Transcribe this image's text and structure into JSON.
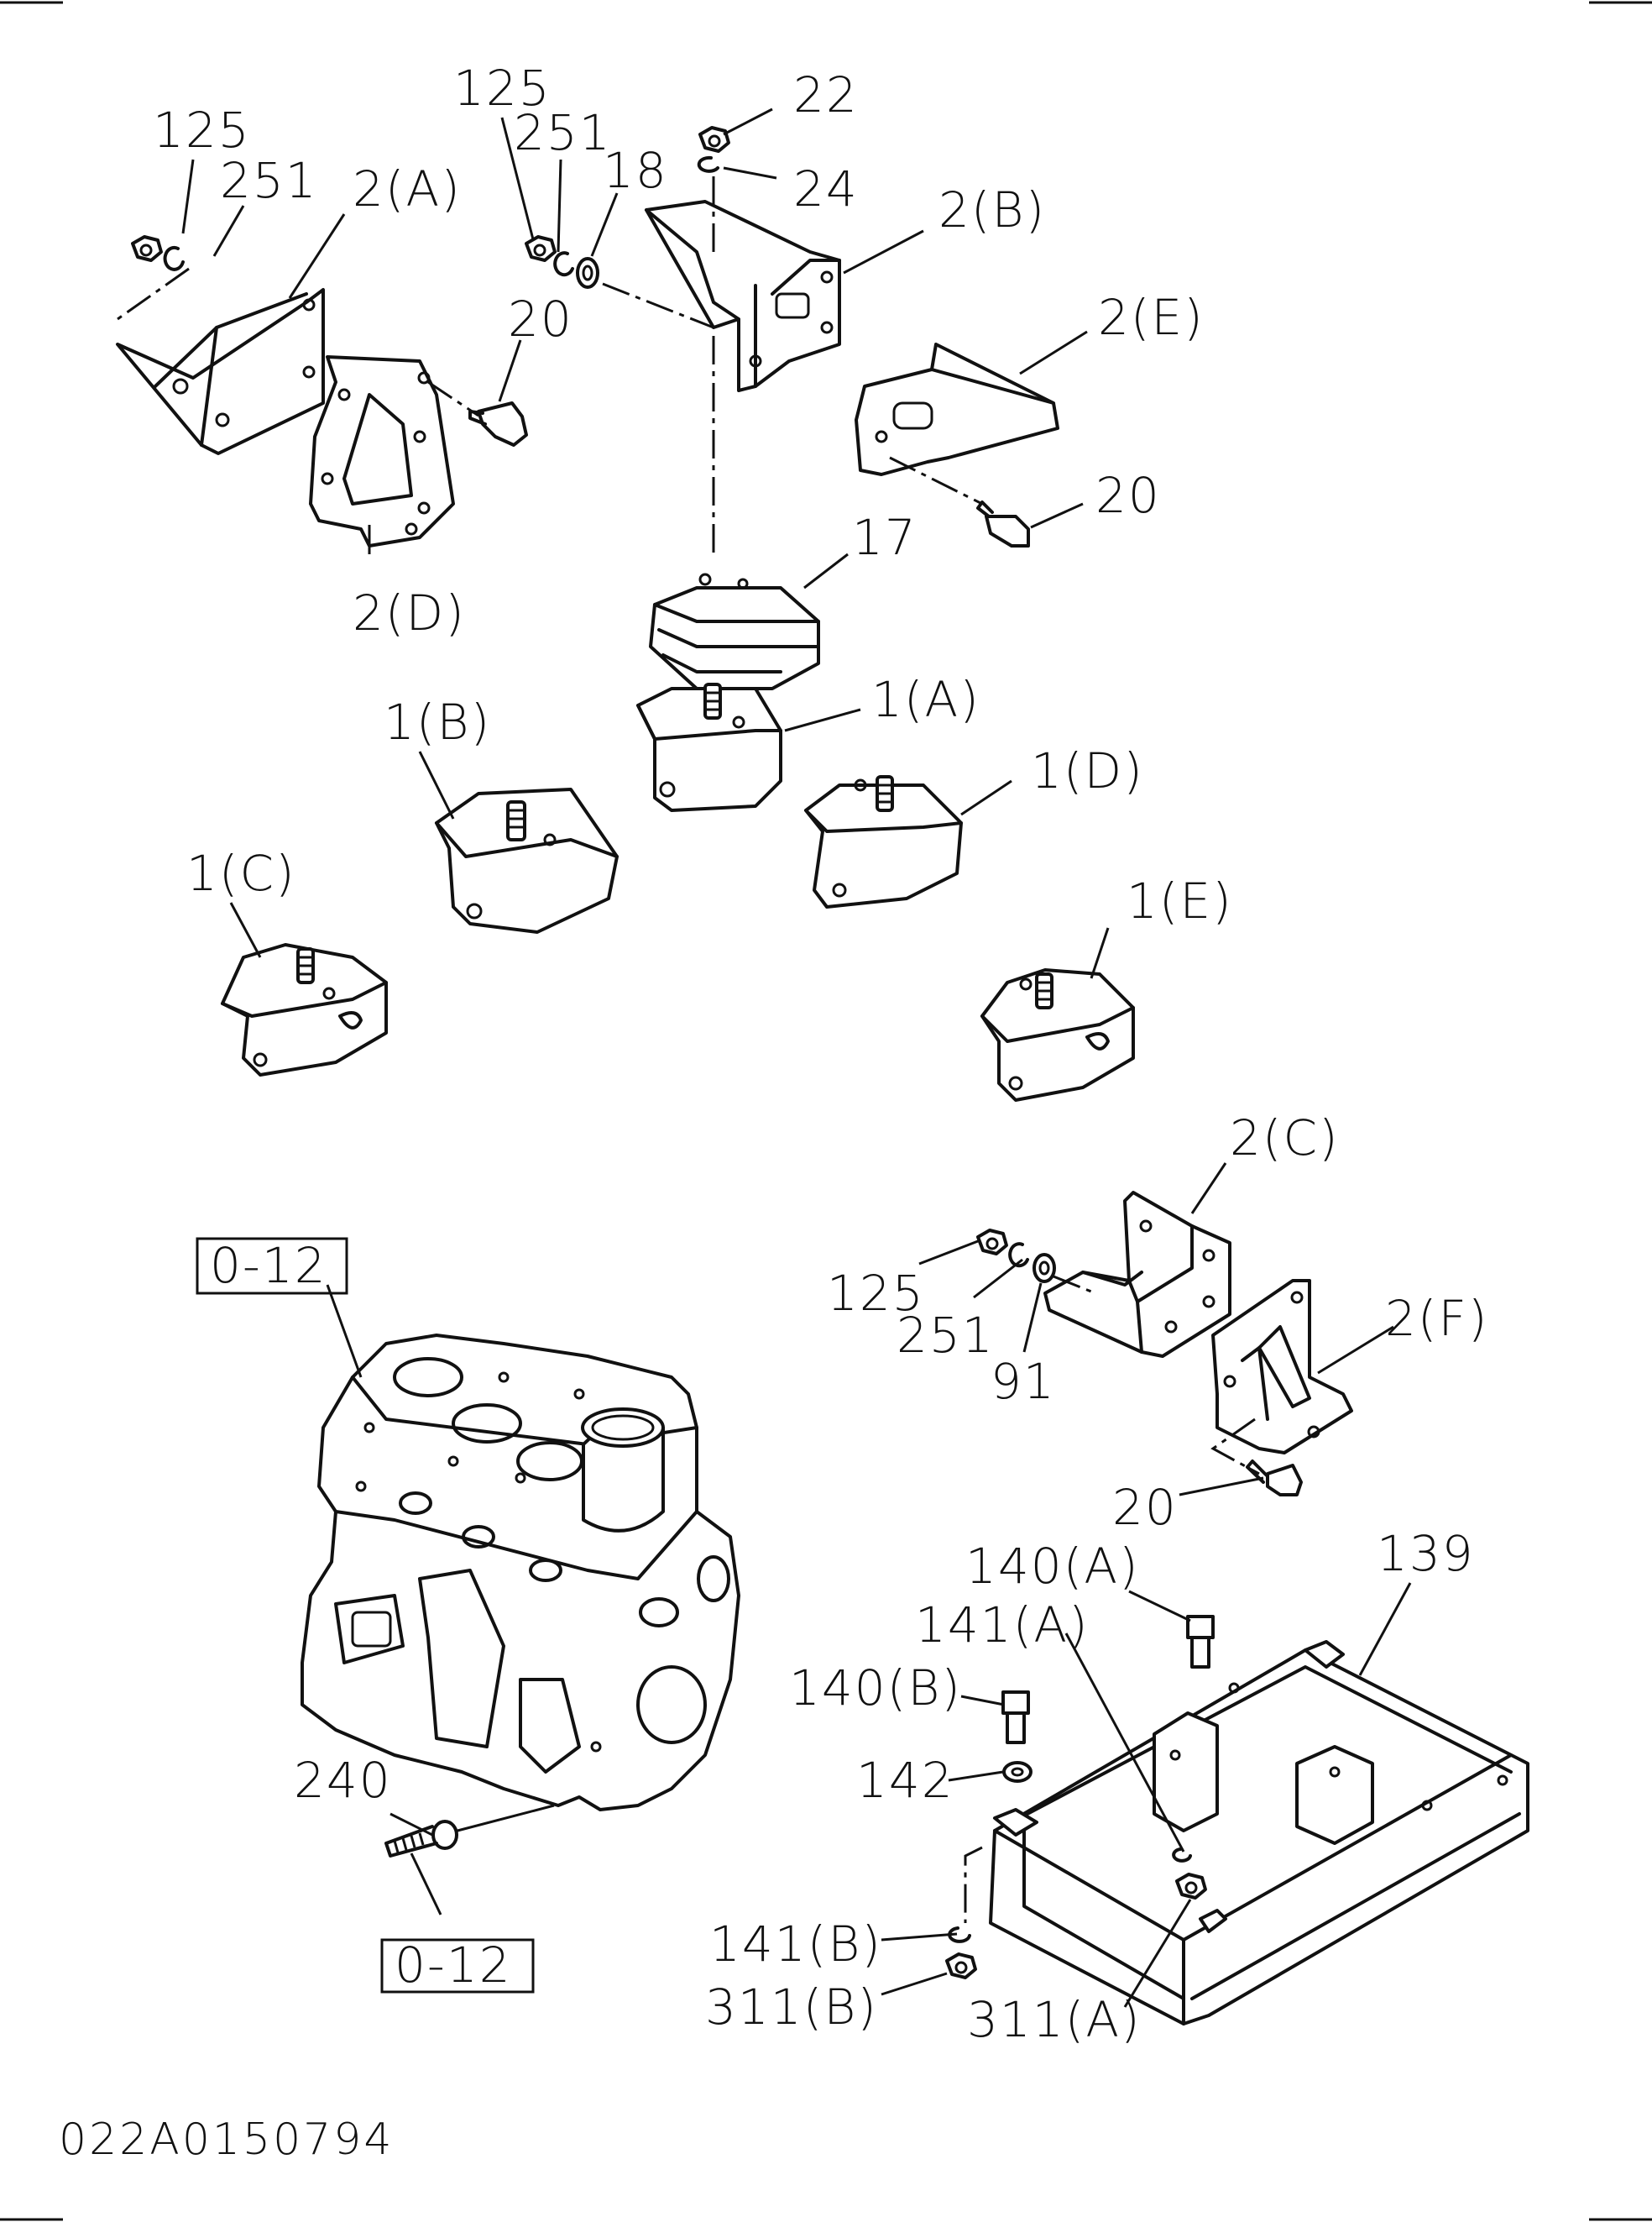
{
  "labels": {
    "l125a": "125",
    "l251a": "251",
    "l2A": "2(A)",
    "l125b": "125",
    "l251b": "251",
    "l18": "18",
    "l22": "22",
    "l24": "24",
    "l2B": "2(B)",
    "l2E": "2(E)",
    "l20a": "20",
    "l20b": "20",
    "l2D": "2(D)",
    "l17": "17",
    "l1A": "1(A)",
    "l1B": "1(B)",
    "l1D": "1(D)",
    "l1C": "1(C)",
    "l1E": "1(E)",
    "l2C": "2(C)",
    "l125c": "125",
    "l251c": "251",
    "l91": "91",
    "l2F": "2(F)",
    "l20c": "20",
    "l140A": "140(A)",
    "l139": "139",
    "l141A": "141(A)",
    "l140B": "140(B)",
    "l142": "142",
    "l240": "240",
    "l141B": "141(B)",
    "l311B": "311(B)",
    "l311A": "311(A)"
  },
  "refs": {
    "ref_top": "0-12",
    "ref_bottom": "0-12"
  },
  "drawing_code": "022A0150794"
}
